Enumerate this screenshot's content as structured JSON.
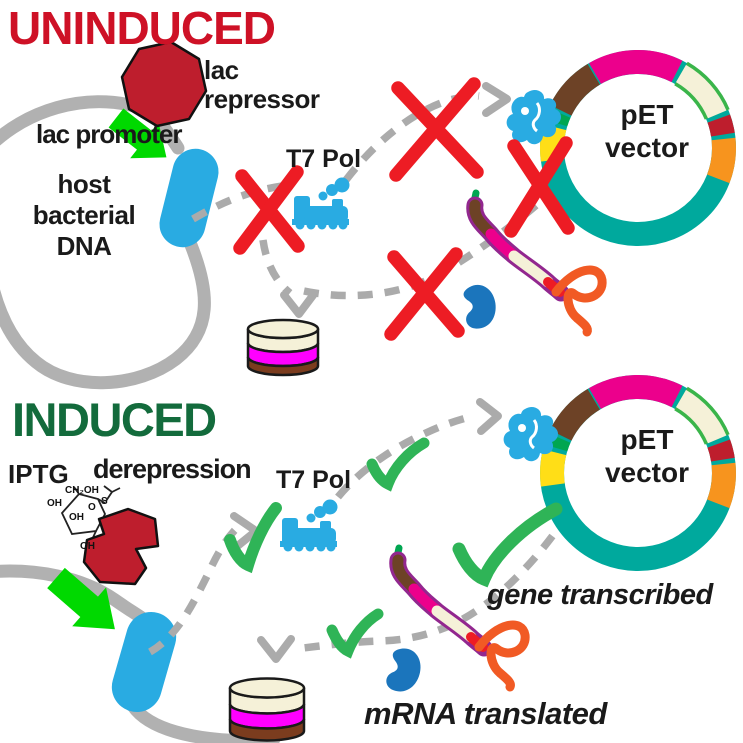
{
  "uninduced": {
    "title": "UNINDUCED",
    "lac_repressor": {
      "line1": "lac",
      "line2": "repressor"
    },
    "lac_promoter": "lac promoter",
    "host_dna": {
      "line1": "host",
      "line2": "bacterial",
      "line3": "DNA"
    },
    "t7_pol": "T7 Pol",
    "pet_vector": {
      "line1": "pET",
      "line2": "vector"
    }
  },
  "induced": {
    "title": "INDUCED",
    "iptg": "IPTG",
    "derepression": "derepression",
    "t7_pol": "T7 Pol",
    "pet_vector": {
      "line1": "pET",
      "line2": "vector"
    },
    "gene_transcribed": "gene transcribed",
    "mrna_translated": "mRNA translated",
    "iptg_structure": {
      "ch2oh": "CH₂OH",
      "oh_left": "OH",
      "o": "O",
      "s": "S",
      "oh_mid": "OH",
      "oh_bottom": "OH"
    }
  },
  "palette": {
    "uninduced_title": "#CE1126",
    "induced_title": "#136B3C",
    "dna_gray": "#B1B1B1",
    "dashed_path_gray": "#ABABAB",
    "promoter_green": "#00D900",
    "repressor_dark_red": "#BE1E2D",
    "block_x_red": "#ED1C24",
    "check_green": "#2FB457",
    "polymerase_blue": "#29ABE2",
    "protein_blue": "#1B75BC",
    "plasmid_ring_teal": "#00A99D",
    "segment_pink": "#EC008C",
    "segment_brown": "#6D4226",
    "segment_cream": "#F5F1D8",
    "segment_cream_outline": "#3AB54A",
    "segment_dark_red": "#BE1E2D",
    "segment_orange": "#F7941E",
    "segment_yellow": "#FFDE17",
    "segment_green": "#00A651",
    "mrna_outline_purple": "#92278F",
    "mrna_tail_orange": "#F15A24",
    "dish_cream": "#F5F1D8",
    "dish_magenta": "#FF00FF",
    "dish_brown": "#7B3C1E"
  },
  "icons": {
    "lac-repressor-octagon-icon": "dark red octagon (stop sign)",
    "deformed-lac-repressor-icon": "dark red distorted polygon",
    "lac-promoter-arrow-icon": "bright green thick arrow",
    "t7-polymerase-train-icon": "light blue steam locomotive with smoke puffs",
    "t7-polymerase-protein-icon": "light blue scribble blob docked on plasmid",
    "ribosome-protein-icon": "dark blue kidney-bean blob",
    "mrna-ribbon-icon": "wavy ribbon: green/brown/magenta/cream with orange curl tail",
    "pet-vector-ring-icon": "teal plasmid circle with colored gene segments",
    "culture-dish-icon": "layered cylinder: cream / magenta / brown",
    "blocked-x-icon": "red X cross",
    "allowed-check-icon": "green check mark",
    "path-arrowhead-icon": "gray chevron arrowhead",
    "iptg-molecule-icon": "line-drawn sugar ring structure"
  }
}
